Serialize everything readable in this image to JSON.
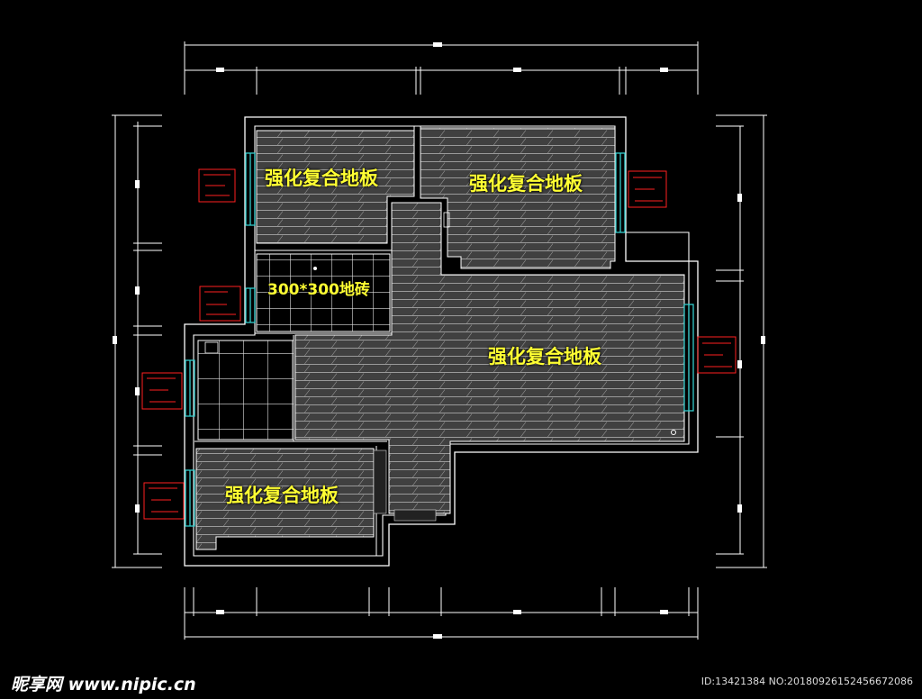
{
  "drawing": {
    "line_color": "#ffffff",
    "fill_color": "#404040",
    "hatch_color": "#b8b8b8",
    "window_color": "#33cccc",
    "tag_color": "#ff2020",
    "label_color": "#ffff33"
  },
  "rooms": [
    {
      "id": "bedroom-top-left",
      "floor": "强化复合地板"
    },
    {
      "id": "bedroom-top-right",
      "floor": "强化复合地板"
    },
    {
      "id": "bathroom-tile",
      "floor": "300*300地砖"
    },
    {
      "id": "living-room",
      "floor": "强化复合地板"
    },
    {
      "id": "bedroom-bottom-left",
      "floor": "强化复合地板"
    }
  ],
  "watermark": {
    "logo": "昵享网 www.nipic.cn",
    "id": "ID:13421384 NO:20180926152456672086"
  }
}
